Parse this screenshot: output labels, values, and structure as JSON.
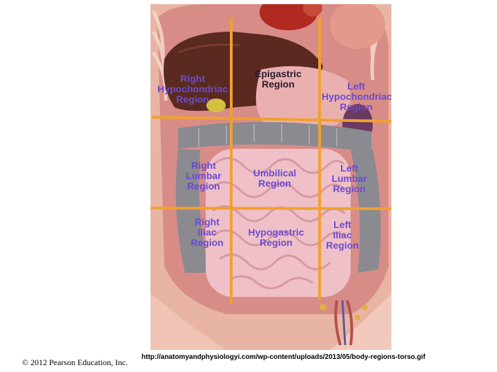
{
  "regions": {
    "right_hypochondriac": "Right\nHypochondriac\nRegion",
    "epigastric": "Epigastric\nRegion",
    "left_hypochondriac": "Left\nHypochondriac\nRegion",
    "right_lumbar": "Right\nLumbar\nRegion",
    "umbilical": "Umbilical\nRegion",
    "left_lumbar": "Left\nLumbar\nRegion",
    "right_iliac": "Right\nIliac\nRegion",
    "hypogastric": "Hypogastric\nRegion",
    "left_iliac": "Left\nIliac\nRegion"
  },
  "footer": {
    "copyright": "© 2012 Pearson Education, Inc.",
    "source_url": "http://anatomyandphysiologyi.com/wp-content/uploads/2013/05/body-regions-torso.gif"
  },
  "colors": {
    "grid_lines": "#f0a030",
    "label_purple": "#6a4bd0",
    "label_dark": "#2a1a2e"
  }
}
